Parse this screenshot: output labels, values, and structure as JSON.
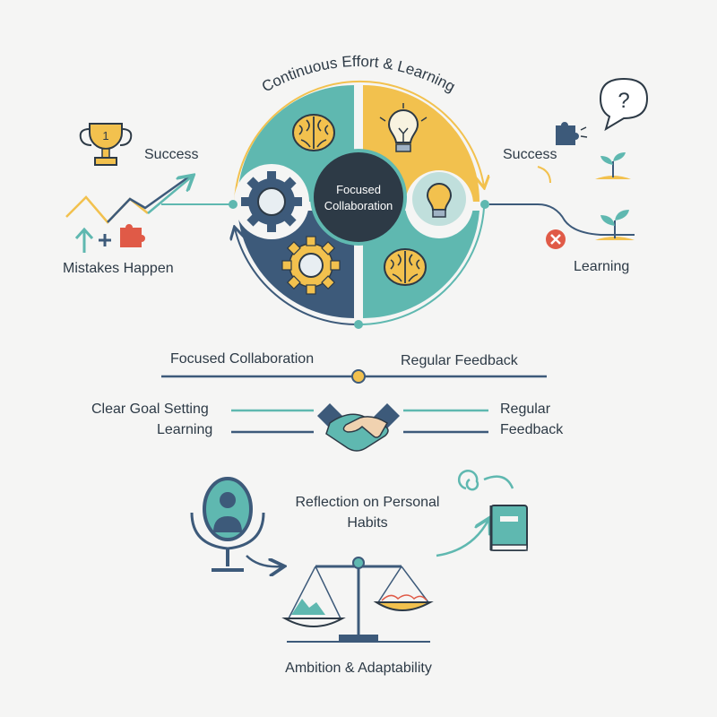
{
  "cycle": {
    "title": "Continuous Effort & Learning",
    "center_line1": "Focused",
    "center_line2": "Collaboration"
  },
  "left": {
    "trophy_number": "1",
    "success_label": "Success",
    "mistakes_label": "Mistakes Happen"
  },
  "right": {
    "success_label": "Success",
    "learning_label": "Learning",
    "question_mark": "?"
  },
  "timeline": {
    "left_label": "Focused Collaboration",
    "right_label": "Regular Feedback"
  },
  "handshake_row": {
    "left_top": "Clear Goal Setting",
    "left_bottom": "Learning",
    "right_top": "Regular",
    "right_bottom": "Feedback"
  },
  "reflection": {
    "line1": "Reflection on Personal",
    "line2": "Habits"
  },
  "balance": {
    "label": "Ambition & Adaptability"
  },
  "colors": {
    "teal": "#5fb8b0",
    "yellow": "#f2c14e",
    "navy": "#3d5a7a",
    "dark": "#2d3a46",
    "red": "#e05a47"
  }
}
